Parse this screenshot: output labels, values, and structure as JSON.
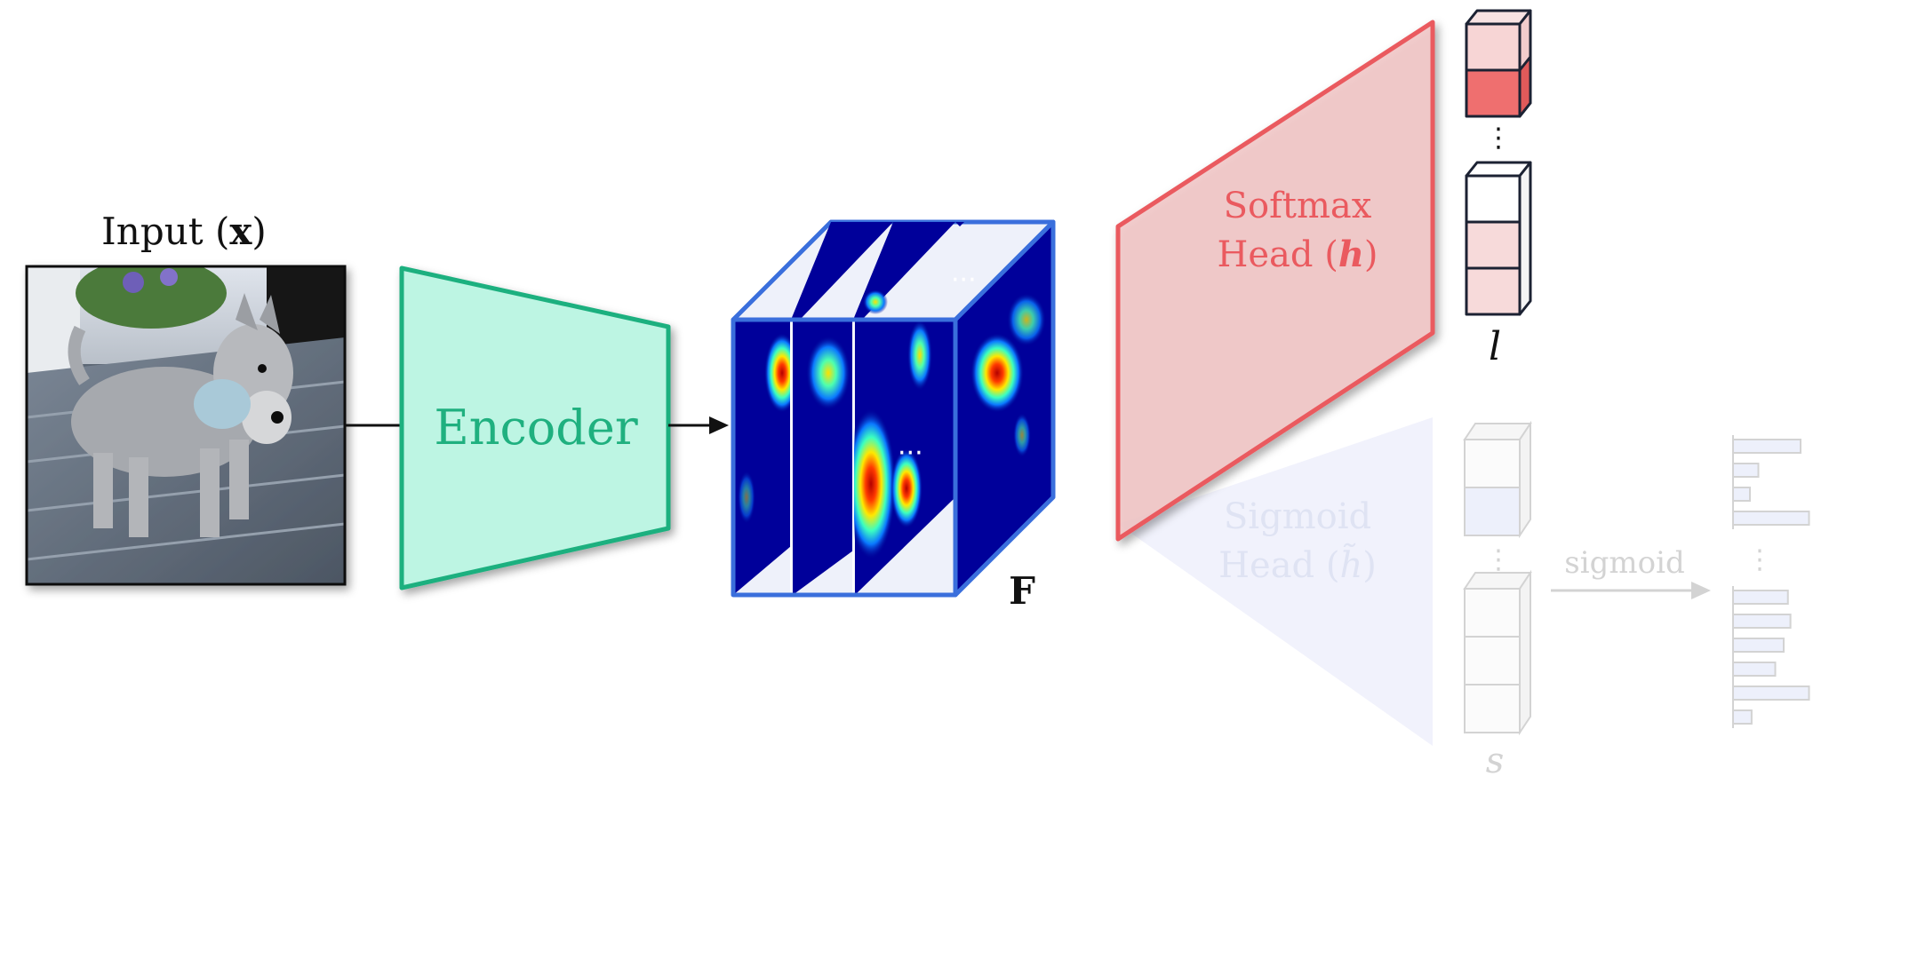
{
  "input": {
    "label_prefix": "Input (",
    "label_var": "x",
    "label_suffix": ")"
  },
  "encoder": {
    "label": "Encoder"
  },
  "feature_map": {
    "label": "F",
    "ellipsis": "···"
  },
  "softmax_head": {
    "line1": "Softmax",
    "line2_prefix": "Head (",
    "line2_var": "h",
    "line2_suffix": ")",
    "output_label": "l",
    "ellipsis": "⋮"
  },
  "sigmoid_head": {
    "line1": "Sigmoid",
    "line2_prefix": "Head (",
    "line2_var": "h̃",
    "line2_suffix": ")",
    "output_label": "s",
    "arrow_label": "sigmoid",
    "ellipsis": "⋮",
    "bar_values_top": [
      0.8,
      0.3,
      0.2,
      0.9
    ],
    "bar_values_bottom": [
      0.65,
      0.68,
      0.6,
      0.5,
      0.9,
      0.22
    ]
  },
  "colors": {
    "encoder_stroke": "#1fb07f",
    "encoder_fill": "#bdf5e3",
    "feature_stroke": "#3a6fdc",
    "softmax_stroke": "#ea5a5f",
    "softmax_fill": "#f2c7c7",
    "sigmoid_fill": "#eef0fb",
    "faded": "#d3d3d3"
  }
}
